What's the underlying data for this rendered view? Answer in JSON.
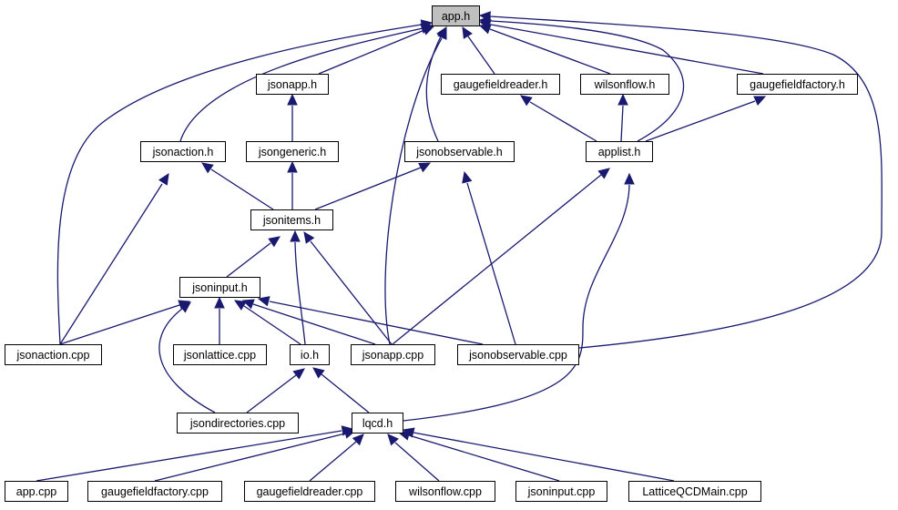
{
  "diagram": {
    "edge_color": "#191970",
    "root_fill": "#bfbfbf",
    "nodes": [
      {
        "id": "app_h",
        "label": "app.h",
        "root": true
      },
      {
        "id": "jsonapp_h",
        "label": "jsonapp.h"
      },
      {
        "id": "gaugefieldreader_h",
        "label": "gaugefieldreader.h"
      },
      {
        "id": "wilsonflow_h",
        "label": "wilsonflow.h"
      },
      {
        "id": "gaugefieldfactory_h",
        "label": "gaugefieldfactory.h"
      },
      {
        "id": "jsonaction_h",
        "label": "jsonaction.h"
      },
      {
        "id": "jsongeneric_h",
        "label": "jsongeneric.h"
      },
      {
        "id": "jsonobservable_h",
        "label": "jsonobservable.h"
      },
      {
        "id": "applist_h",
        "label": "applist.h"
      },
      {
        "id": "jsonitems_h",
        "label": "jsonitems.h"
      },
      {
        "id": "jsoninput_h",
        "label": "jsoninput.h"
      },
      {
        "id": "jsonaction_cpp",
        "label": "jsonaction.cpp"
      },
      {
        "id": "jsonlattice_cpp",
        "label": "jsonlattice.cpp"
      },
      {
        "id": "io_h",
        "label": "io.h"
      },
      {
        "id": "jsonapp_cpp",
        "label": "jsonapp.cpp"
      },
      {
        "id": "jsonobservable_cpp",
        "label": "jsonobservable.cpp"
      },
      {
        "id": "jsondirectories_cpp",
        "label": "jsondirectories.cpp"
      },
      {
        "id": "lqcd_h",
        "label": "lqcd.h"
      },
      {
        "id": "app_cpp",
        "label": "app.cpp"
      },
      {
        "id": "gaugefieldfactory_cpp",
        "label": "gaugefieldfactory.cpp"
      },
      {
        "id": "gaugefieldreader_cpp",
        "label": "gaugefieldreader.cpp"
      },
      {
        "id": "wilsonflow_cpp",
        "label": "wilsonflow.cpp"
      },
      {
        "id": "jsoninput_cpp",
        "label": "jsoninput.cpp"
      },
      {
        "id": "latticeqcdmain_cpp",
        "label": "LatticeQCDMain.cpp"
      }
    ],
    "edges": [
      {
        "from": "jsonapp_h",
        "to": "app_h"
      },
      {
        "from": "gaugefieldreader_h",
        "to": "app_h"
      },
      {
        "from": "wilsonflow_h",
        "to": "app_h"
      },
      {
        "from": "gaugefieldfactory_h",
        "to": "app_h"
      },
      {
        "from": "jsonaction_h",
        "to": "app_h"
      },
      {
        "from": "jsonobservable_h",
        "to": "app_h"
      },
      {
        "from": "applist_h",
        "to": "app_h"
      },
      {
        "from": "jsonaction_cpp",
        "to": "app_h"
      },
      {
        "from": "jsonapp_cpp",
        "to": "app_h"
      },
      {
        "from": "jsonobservable_cpp",
        "to": "app_h"
      },
      {
        "from": "jsongeneric_h",
        "to": "jsonapp_h"
      },
      {
        "from": "jsonitems_h",
        "to": "jsongeneric_h"
      },
      {
        "from": "jsonitems_h",
        "to": "jsonaction_h"
      },
      {
        "from": "jsonitems_h",
        "to": "jsonobservable_h"
      },
      {
        "from": "applist_h",
        "to": "gaugefieldreader_h"
      },
      {
        "from": "applist_h",
        "to": "wilsonflow_h"
      },
      {
        "from": "applist_h",
        "to": "gaugefieldfactory_h"
      },
      {
        "from": "jsonaction_cpp",
        "to": "jsonaction_h"
      },
      {
        "from": "jsonobservable_cpp",
        "to": "jsonobservable_h"
      },
      {
        "from": "jsonapp_cpp",
        "to": "applist_h"
      },
      {
        "from": "lqcd_h",
        "to": "applist_h"
      },
      {
        "from": "jsoninput_h",
        "to": "jsonitems_h"
      },
      {
        "from": "io_h",
        "to": "jsonitems_h"
      },
      {
        "from": "jsonapp_cpp",
        "to": "jsonitems_h"
      },
      {
        "from": "jsonaction_cpp",
        "to": "jsoninput_h"
      },
      {
        "from": "jsonlattice_cpp",
        "to": "jsoninput_h"
      },
      {
        "from": "jsondirectories_cpp",
        "to": "jsoninput_h"
      },
      {
        "from": "io_h",
        "to": "jsoninput_h"
      },
      {
        "from": "jsonapp_cpp",
        "to": "jsoninput_h"
      },
      {
        "from": "jsonobservable_cpp",
        "to": "jsoninput_h"
      },
      {
        "from": "jsondirectories_cpp",
        "to": "io_h"
      },
      {
        "from": "lqcd_h",
        "to": "io_h"
      },
      {
        "from": "app_cpp",
        "to": "lqcd_h"
      },
      {
        "from": "gaugefieldfactory_cpp",
        "to": "lqcd_h"
      },
      {
        "from": "gaugefieldreader_cpp",
        "to": "lqcd_h"
      },
      {
        "from": "wilsonflow_cpp",
        "to": "lqcd_h"
      },
      {
        "from": "jsoninput_cpp",
        "to": "lqcd_h"
      },
      {
        "from": "latticeqcdmain_cpp",
        "to": "lqcd_h"
      }
    ]
  }
}
